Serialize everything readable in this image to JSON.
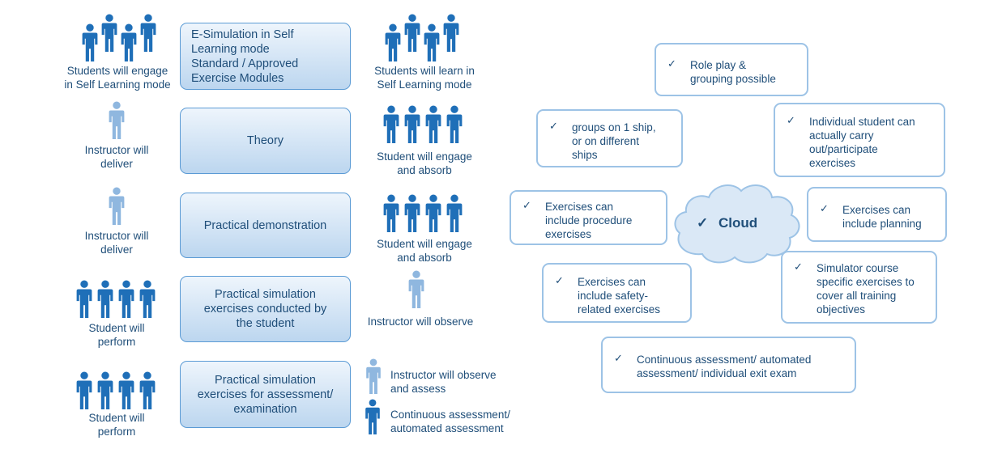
{
  "stages": [
    {
      "text": "E-Simulation in Self\nLearning mode\nStandard / Approved\nExercise Modules"
    },
    {
      "text": "Theory"
    },
    {
      "text": "Practical demonstration"
    },
    {
      "text": "Practical simulation\nexercises conducted by\nthe student"
    },
    {
      "text": "Practical simulation\nexercises for assessment/\nexamination"
    }
  ],
  "left_captions": [
    "Students will engage\nin Self Learning mode",
    "Instructor will\ndeliver",
    "Instructor will\ndeliver",
    "Student will\nperform",
    "Student will\nperform"
  ],
  "right_captions": [
    "Students will learn in\nSelf Learning mode",
    "Student will engage\nand absorb",
    "Student will engage\nand absorb",
    "Instructor will observe",
    "Instructor will observe\nand assess",
    "Continuous assessment/\nautomated assessment"
  ],
  "cloud": {
    "tick": "✓",
    "label": "Cloud"
  },
  "features": [
    {
      "tick": "✓",
      "text": "Role play &\ngrouping possible"
    },
    {
      "tick": "✓",
      "text": "groups on 1 ship,\nor on different\nships"
    },
    {
      "tick": "✓",
      "text": "Individual student can\nactually carry\nout/participate\nexercises"
    },
    {
      "tick": "✓",
      "text": "Exercises can\ninclude procedure\nexercises"
    },
    {
      "tick": "✓",
      "text": "Exercises can\ninclude planning"
    },
    {
      "tick": "✓",
      "text": "Exercises can\ninclude safety-\nrelated exercises"
    },
    {
      "tick": "✓",
      "text": "Simulator course\nspecific exercises to\ncover  all training\nobjectives"
    },
    {
      "tick": "✓",
      "text": "Continuous assessment/ automated\nassessment/  individual exit exam"
    }
  ],
  "colors": {
    "dark_figure": "#1f6fb8",
    "light_figure": "#8fb7df",
    "border": "#9dc3e6",
    "text": "#1f4e79"
  }
}
